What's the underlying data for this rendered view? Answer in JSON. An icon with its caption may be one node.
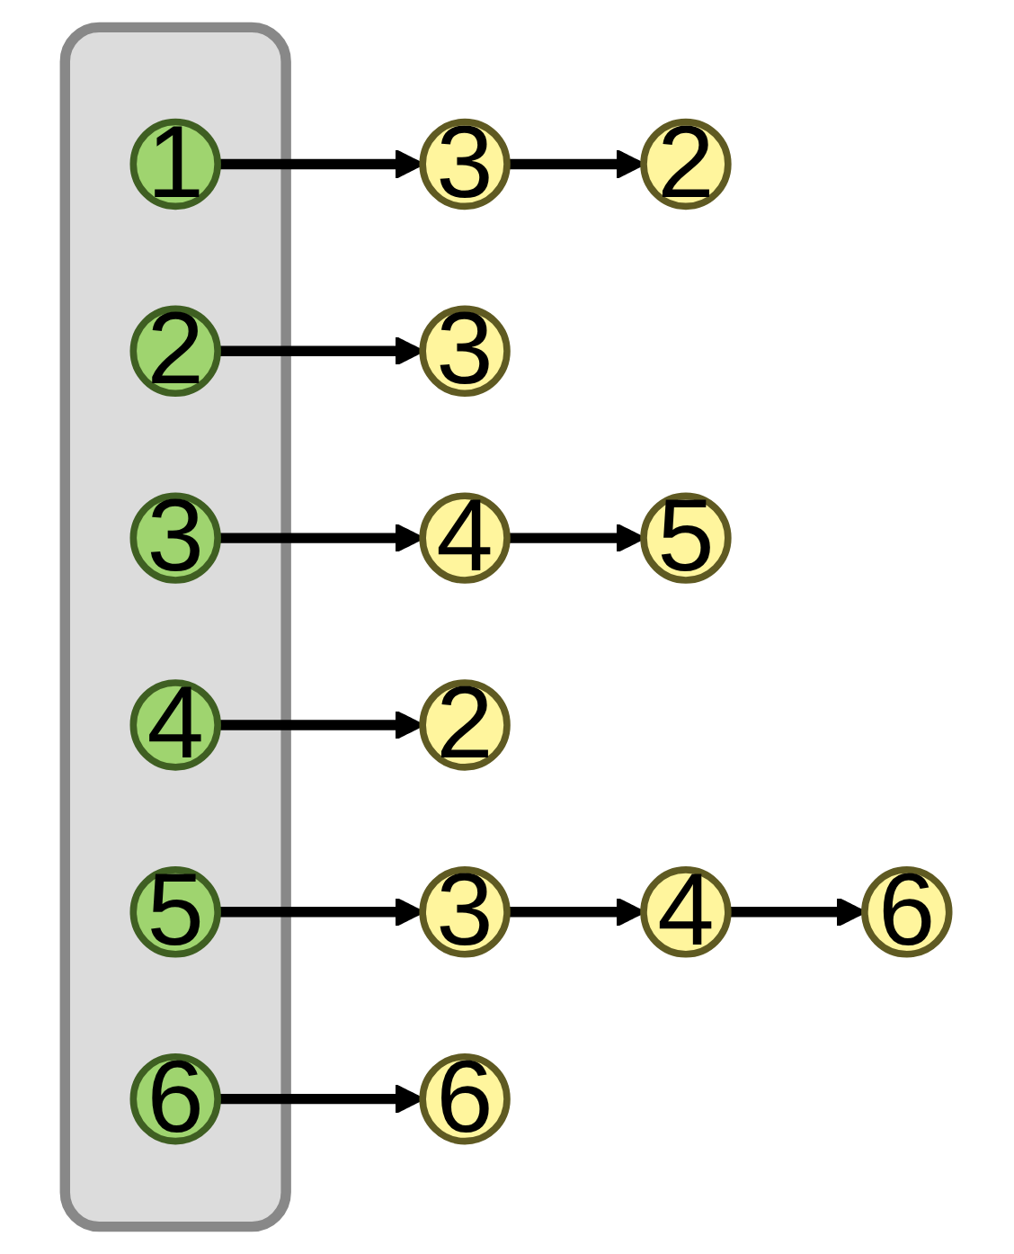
{
  "diagram": {
    "nodes": [
      {
        "text": [],
        "shape": "box"
      },
      {
        "text": [
          "1"
        ],
        "in": 0
      },
      {
        "text": [
          "3"
        ]
      },
      {
        "text": [
          "2"
        ]
      },
      {
        "text": [
          "2"
        ],
        "in": 0
      },
      {
        "text": [
          "3"
        ]
      },
      {
        "text": [
          "3"
        ],
        "in": 0
      },
      {
        "text": [
          "4"
        ]
      },
      {
        "text": [
          "5"
        ]
      },
      {
        "text": [
          "4"
        ],
        "in": 0
      },
      {
        "text": [
          "2"
        ]
      },
      {
        "text": [
          "5"
        ],
        "in": 0
      },
      {
        "text": [
          "3"
        ]
      },
      {
        "text": [
          "4"
        ]
      },
      {
        "text": [
          "6"
        ]
      },
      {
        "text": [
          "6"
        ],
        "in": 0
      },
      {
        "text": [
          "6"
        ]
      }
    ],
    "edges": [
      {
        "from": 1,
        "to": 2,
        "arrow": "to"
      },
      {
        "from": 2,
        "to": 3,
        "arrow": "to"
      },
      {
        "from": 4,
        "to": 5,
        "arrow": "to"
      },
      {
        "from": 6,
        "to": 7,
        "arrow": "to"
      },
      {
        "from": 7,
        "to": 8,
        "arrow": "to"
      },
      {
        "from": 9,
        "to": 10,
        "arrow": "to"
      },
      {
        "from": 11,
        "to": 12,
        "arrow": "to"
      },
      {
        "from": 12,
        "to": 13,
        "arrow": "to"
      },
      {
        "from": 13,
        "to": 14,
        "arrow": "to"
      },
      {
        "from": 15,
        "to": 16,
        "arrow": "to"
      }
    ]
  }
}
